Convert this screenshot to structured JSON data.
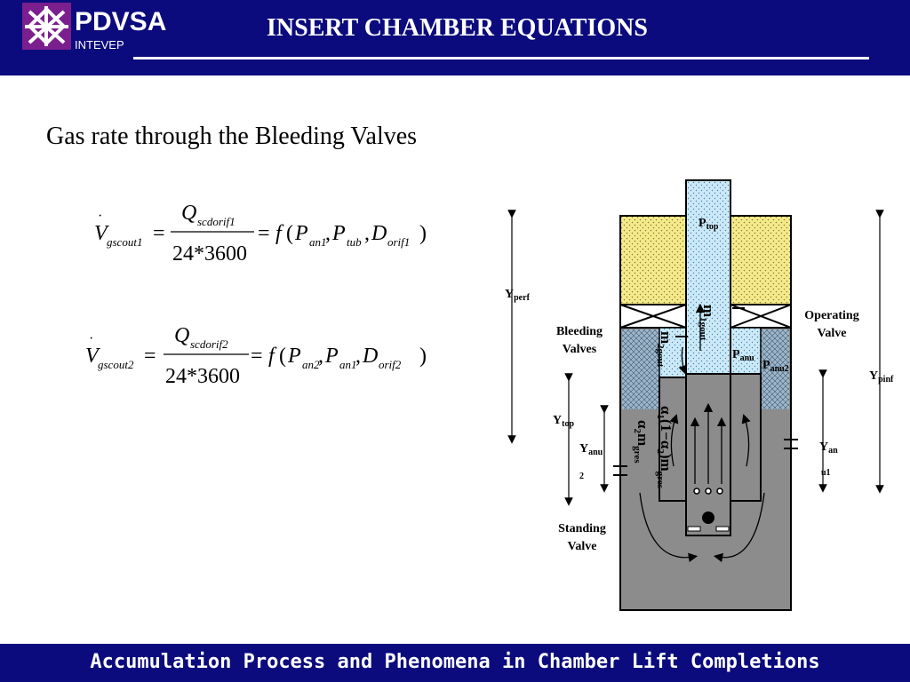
{
  "header": {
    "brand": "PDVSA",
    "brand_sub": "INTEVEP",
    "title": "INSERT CHAMBER EQUATIONS"
  },
  "subtitle": "Gas rate through the Bleeding Valves",
  "equations": [
    {
      "lhs_var": "V",
      "lhs_sub": "gscout1",
      "num_var": "Q",
      "num_sub": "scdorif1",
      "den": "24*3600",
      "func": "f",
      "args": [
        {
          "var": "P",
          "sub": "an1"
        },
        {
          "var": "P",
          "sub": "tub"
        },
        {
          "var": "D",
          "sub": "orif1"
        }
      ]
    },
    {
      "lhs_var": "V",
      "lhs_sub": "gscout2",
      "num_var": "Q",
      "num_sub": "scdorif2",
      "den": "24*3600",
      "func": "f",
      "args": [
        {
          "var": "P",
          "sub": "an2"
        },
        {
          "var": "P",
          "sub": "an1"
        },
        {
          "var": "D",
          "sub": "orif2"
        }
      ]
    }
  ],
  "diagram": {
    "p_top": "P",
    "p_top_sub": "top",
    "p_anu": "P",
    "p_anu_sub": "anu",
    "p_anu2": "P",
    "p_anu2_sub": "anu2",
    "y_perf": "Y",
    "y_perf_sub": "perf",
    "y_pinf": "Y",
    "y_pinf_sub": "pinf",
    "y_top": "Y",
    "y_top_sub": "top",
    "y_anu2": "Y",
    "y_anu2_sub": "anu",
    "y_anu2_tail": "2",
    "y_anu1": "Y",
    "y_anu1_sub": "an",
    "y_anu1_tail": "u1",
    "bleeding_valves_1": "Bleeding",
    "bleeding_valves_2": "Valves",
    "operating_valve_1": "Operating",
    "operating_valve_2": "Valve",
    "standing_valve_1": "Standing",
    "standing_valve_2": "Valve",
    "m1": "m",
    "m1_sub": "1gout",
    "m2": "m",
    "m2_sub": "2gout",
    "alpha2": "α",
    "alpha2_sub": "2",
    "alpha2_m": "m",
    "alpha2_m_sub": "gres",
    "alpha1_expr": "α",
    "alpha1_sub": "1",
    "alpha1_rest": "(1−α",
    "alpha1_rest_sub": "2",
    "alpha1_close": ")m",
    "alpha1_m_sub": "gres"
  },
  "colors": {
    "header_bg": "#0b0b7d",
    "logo_bg": "#7b1f8e",
    "formation": "#f5eb8c",
    "tubing_gas": "#cde9f7",
    "liquid": "#8c8c8c",
    "annulus_gas": "#9fb6c8"
  },
  "footer": {
    "text": "Accumulation Process and Phenomena in Chamber Lift Completions"
  }
}
